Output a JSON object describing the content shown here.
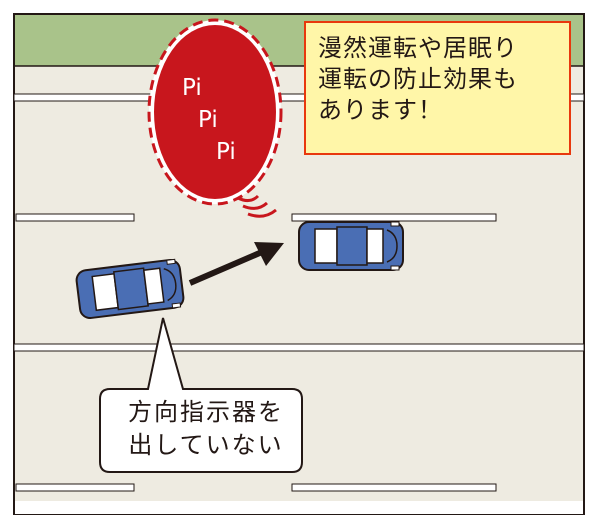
{
  "sound": {
    "lines": [
      "Pi",
      "Pi",
      "Pi"
    ],
    "color": "#c8161d"
  },
  "note": {
    "lines": [
      "漫然運転や居眠り",
      "運転の防止効果も",
      "あります！"
    ],
    "background": "#fff6a8",
    "border": "#e8380d"
  },
  "bubble": {
    "lines": [
      "方向指示器を",
      "出していない"
    ]
  },
  "colors": {
    "road": "#eeebe1",
    "grass": "#a9c38a",
    "car": "#4a6eb4",
    "line": "#231815"
  }
}
